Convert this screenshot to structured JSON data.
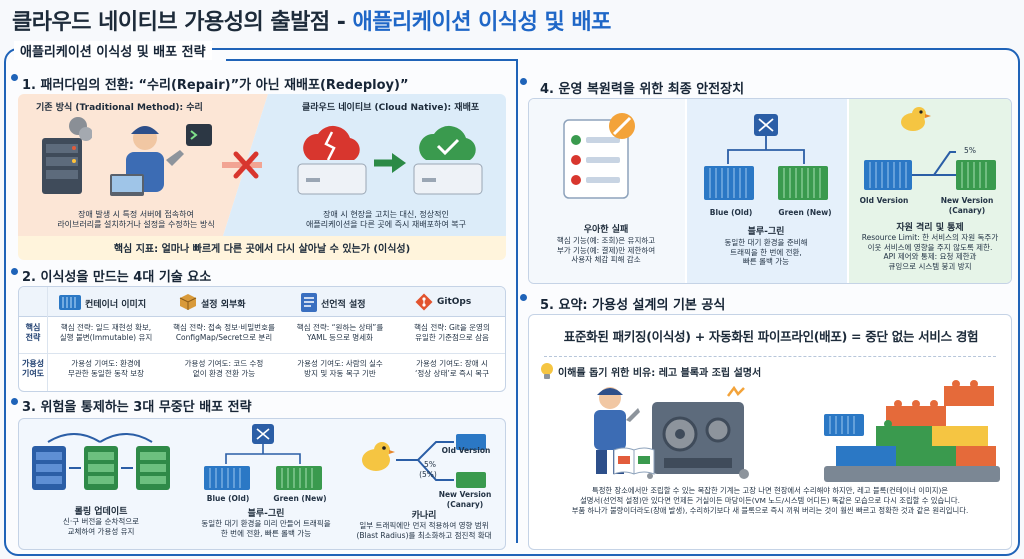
{
  "header": {
    "title_part1": "클라우드 네이티브 가용성의 출발점 - ",
    "title_part2": "애플리케이션 이식성 및 배포"
  },
  "frame": {
    "title": "애플리케이션 이식성 및 배포 전략"
  },
  "section1": {
    "title": "1. 패러다임의 전환: “수리(Repair)”가 아닌 재배포(Redeploy)”",
    "traditional_label": "기존 방식 (Traditional Method): 수리",
    "traditional_desc": "장애 발생 시 특정 서버에 접속하여\n라이브러리를 설치하거나 설정을 수정하는 방식",
    "cloud_label": "클라우드 네이티브 (Cloud Native): 재배포",
    "cloud_desc": "장애 시 현장을 고치는 대신, 정상적인\n애플리케이션을 다른 곳에 즉시 재배포하여 복구",
    "key_metric": "핵심 지표: 얼마나 빠르게 다른 곳에서 다시 살아날 수 있는가 (이식성)"
  },
  "section2": {
    "title": "2. 이식성을 만드는 4대 기술 요소",
    "row_labels": [
      "핵심\n전략",
      "가용성\n기여도"
    ],
    "columns": [
      {
        "header": "컨테이너 이미지",
        "icon": "container-icon",
        "strategy": "핵심 전략: 일드 재현성 확보,\n실행 불변(Immutable) 유지",
        "contribution": "가용성 기여도: 환경에\n무관한 동일한 동작 보장"
      },
      {
        "header": "설정 외부화",
        "icon": "box-icon",
        "strategy": "핵심 전략: 접속 정보·비밀번호를\nConfigMap/Secret으로 분리",
        "contribution": "가용성 기여도: 코드 수정\n없이 환경 전환 가능"
      },
      {
        "header": "선언적 설정",
        "icon": "document-icon",
        "strategy": "핵심 전략: “원하는 상태”를\nYAML 등으로 명세화",
        "contribution": "가용성 기여도: 사람의 실수\n방지 및 자동 복구 기반"
      },
      {
        "header": "GitOps",
        "icon": "git-icon",
        "strategy": "핵심 전략: Git을 운영의\n유일한 기준점으로 삼음",
        "contribution": "가용성 기여도: 장애 시\n‘정상 상태’로 즉시 복구"
      }
    ]
  },
  "section3": {
    "title": "3. 위험을 통제하는 3대 무중단 배포 전략",
    "rolling": {
      "name": "롤링 업데이트",
      "desc": "신·구 버전을 순차적으로\n교체하여 가용성 유지"
    },
    "bluegreen": {
      "name": "블루-그린",
      "blue": "Blue (Old)",
      "green": "Green (New)",
      "desc": "동일한 대기 환경을 미리 만들어 트래픽을\n한 번에 전환, 빠른 롤백 가능"
    },
    "canary": {
      "name": "카나리",
      "old": "Old Version",
      "new": "New Version\n(Canary)",
      "pct": "5%",
      "pct2": "(5%)",
      "desc": "일부 트래픽에만 먼저 적용하여 영향 범위\n(Blast Radius)를 최소화하고 점진적 확대"
    }
  },
  "section4": {
    "title": "4. 운영 복원력을 위한 최종 안전장치",
    "graceful": {
      "name": "우아한 실패",
      "desc": "핵심 기능(예: 조회)은 유지하고\n부가 기능(예: 결제)만 제한하여\n사용자 체감 피해 감소"
    },
    "bluegreen": {
      "name": "블루-그린",
      "blue": "Blue (Old)",
      "green": "Green (New)",
      "desc": "동일한 대기 환경을 준비해\n트래픽을 한 번에 전환,\n빠른 롤백 가능"
    },
    "resource": {
      "name": "자원 격리 및 통제",
      "old": "Old Version",
      "new": "New Version\n(Canary)",
      "pct": "5%",
      "desc": "Resource Limit: 한 서비스의 자원 독주가\n이웃 서비스에 영향을 주지 않도록 제한.\nAPI 제어와 통제: 요청 제한과\n큐잉으로 시스템 붕괴 방지"
    }
  },
  "section5": {
    "title": "5. 요약: 가용성 설계의 기본 공식",
    "formula": "표준화된 패키징(이식성) + 자동화된 파이프라인(배포) = 중단 없는 서비스 경험",
    "analogy_title": "이해를 돕기 위한 비유: 레고 블록과 조립 설명서",
    "analogy_desc": "특정한 장소에서만 조립할 수 있는 복잡한 기계는 고장 나면 현장에서 수리해야 하지만, 레고 블록(컨테이너 이미지)은\n설명서(선언적 설정)만 있다면 언제든 거실이든 마당이든(VM 노드/시스템 어디든) 똑같은 모습으로 다시 조립할 수 있습니다.\n부품 하나가 불량이더라도(장애 발생), 수리하기보다 새 블록으로 즉시 끼워 버리는 것이 훨씬 빠르고 정확한 것과 같은 원리입니다."
  },
  "colors": {
    "accent": "#1f63b8",
    "warm": "#fce6d6",
    "cool": "#dcecf9",
    "green": "#3a9a4e",
    "red": "#d8362e"
  }
}
